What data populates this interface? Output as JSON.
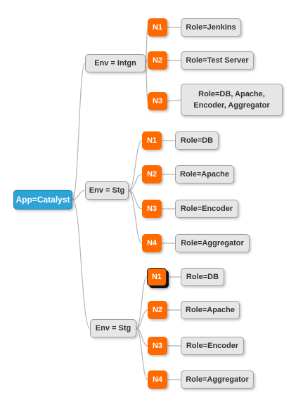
{
  "root": {
    "label": "App=Catalyst"
  },
  "environments": [
    {
      "label": "Env = Intgn",
      "nodes": [
        {
          "id": "N1",
          "role": "Role=Jenkins"
        },
        {
          "id": "N2",
          "role": "Role=Test Server"
        },
        {
          "id": "N3",
          "role": "Role=DB, Apache, Encoder, Aggregator"
        }
      ]
    },
    {
      "label": "Env = Stg",
      "nodes": [
        {
          "id": "N1",
          "role": "Role=DB"
        },
        {
          "id": "N2",
          "role": "Role=Apache"
        },
        {
          "id": "N3",
          "role": "Role=Encoder"
        },
        {
          "id": "N4",
          "role": "Role=Aggregator"
        }
      ]
    },
    {
      "label": "Env = Stg",
      "nodes": [
        {
          "id": "N1",
          "role": "Role=DB"
        },
        {
          "id": "N2",
          "role": "Role=Apache"
        },
        {
          "id": "N3",
          "role": "Role=Encoder"
        },
        {
          "id": "N4",
          "role": "Role=Aggregator"
        }
      ]
    }
  ],
  "colors": {
    "root": "#2ea3d8",
    "badge": "#ff6a00",
    "box": "#e6e6e6",
    "connector": "#b4b4b4"
  }
}
